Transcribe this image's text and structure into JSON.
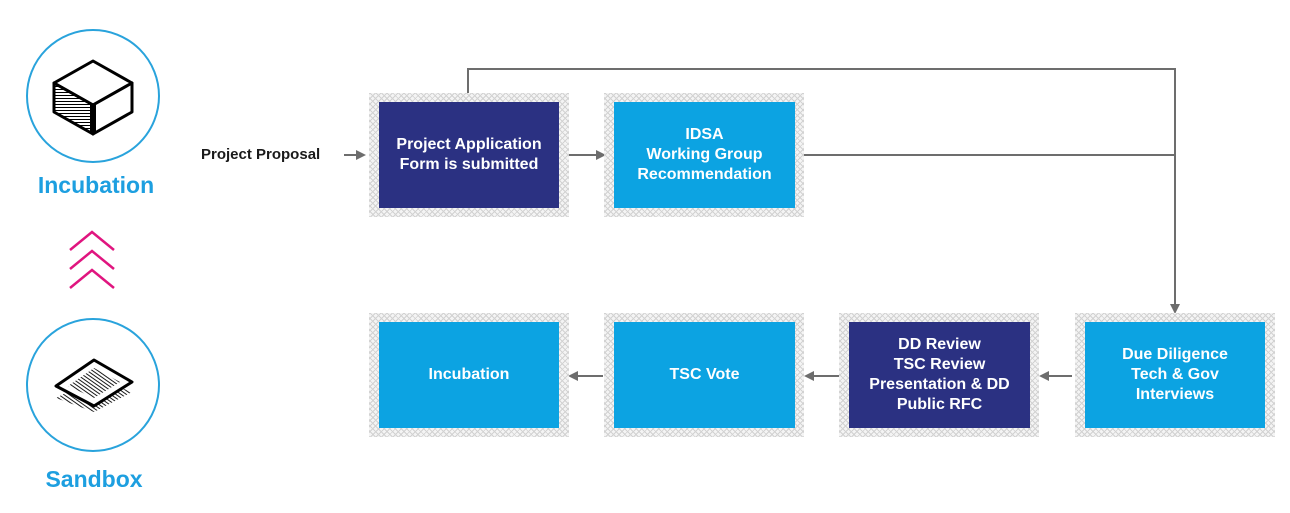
{
  "stages": {
    "top_label": "Incubation",
    "bottom_label": "Sandbox",
    "top_icon": "cube-icon",
    "bottom_icon": "layered-square-icon",
    "promotion_icon": "triple-chevron-up-icon"
  },
  "flow": {
    "input_label": "Project Proposal",
    "step1": {
      "line1": "Project Application",
      "line2": "Form is submitted"
    },
    "step2": {
      "line1": "IDSA",
      "line2": "Working Group",
      "line3": "Recommendation"
    },
    "step3": {
      "line1": "Due Diligence",
      "line2": "Tech & Gov",
      "line3": "Interviews"
    },
    "step4": {
      "line1": "DD Review",
      "line2": "TSC Review",
      "line3": "Presentation & DD",
      "line4": "Public RFC"
    },
    "step5": {
      "line1": "TSC Vote"
    },
    "step6": {
      "line1": "Incubation"
    }
  },
  "colors": {
    "accent_blue": "#1d9fe0",
    "dark_box": "#2b3182",
    "light_box": "#0ca3e2",
    "chevron": "#e0157f",
    "arrow": "#6d6d6d"
  }
}
